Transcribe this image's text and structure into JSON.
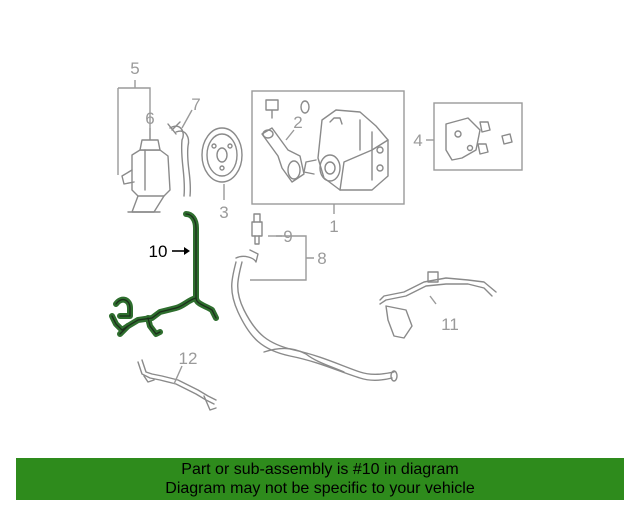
{
  "colors": {
    "highlight": "#2e6e2e",
    "footer_bg": "#2e8b1c",
    "line_gray": "#8a8a8a"
  },
  "callouts": {
    "c1": "1",
    "c2": "2",
    "c3": "3",
    "c4": "4",
    "c5": "5",
    "c6": "6",
    "c7": "7",
    "c8": "8",
    "c9": "9",
    "c10": "10",
    "c11": "11",
    "c12": "12"
  },
  "footer": {
    "line1": "Part or sub-assembly is #10 in diagram",
    "line2": "Diagram may not be specific to your vehicle"
  }
}
